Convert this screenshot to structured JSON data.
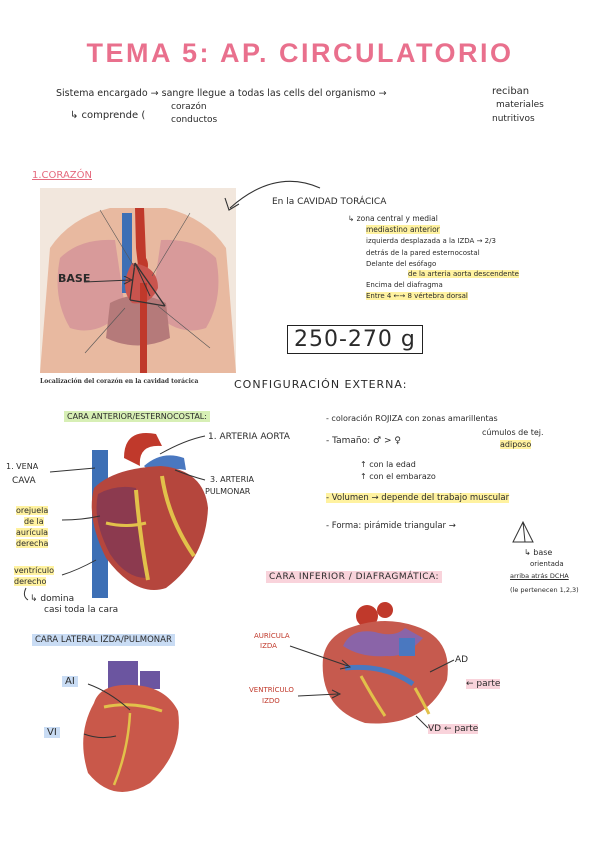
{
  "title": "TEMA 5: AP. CIRCULATORIO",
  "intro": {
    "line1": "Sistema encargado → sangre llegue a todas las cells del organismo →",
    "result1": "reciban",
    "result2": "materiales",
    "result3": "nutritivos",
    "comprende_label": "↳ comprende (",
    "comprende_item1": "corazón",
    "comprende_item2": "conductos"
  },
  "section1": {
    "heading": "1.CORAZÓN",
    "photo_caption": "Localización del corazón en la cavidad torácica",
    "base_label": "BASE",
    "cavity_title": "En la CAVIDAD TORÁCICA",
    "cavity_lines": [
      "↳ zona central y medial",
      "mediastino anterior",
      "izquierda desplazada a la IZDA → 2/3",
      "detrás de la pared esternocostal",
      "Delante del esófago",
      "de la arteria aorta descendente",
      "Encima del diafragma",
      "Entre 4 ←→ 8 vértebra dorsal"
    ],
    "weight": "250-270 g"
  },
  "external_config": {
    "heading": "CONFIGURACIÓN EXTERNA:",
    "anterior_heading": "CARA ANTERIOR/ESTERNOCOSTAL:",
    "labels": {
      "aorta": "1. ARTERIA AORTA",
      "vena_cava_1": "1. VENA",
      "vena_cava_2": "CAVA",
      "pulmonar_1": "3. ARTERIA",
      "pulmonar_2": "PULMONAR",
      "orejuela_1": "orejuela",
      "orejuela_2": "de la",
      "orejuela_3": "aurícula",
      "orejuela_4": "derecha",
      "ventriculo_1": "ventrículo",
      "ventriculo_2": "derecho",
      "domina_1": "↳ domina",
      "domina_2": "casi toda la cara"
    },
    "properties": {
      "coloracion": "- coloración ROJIZA con zonas amarillentas",
      "cumulos_1": "cúmulos de tej.",
      "cumulos_2": "adiposo",
      "tamano": "- Tamaño: ♂ > ♀",
      "edad": "↑ con la edad",
      "embarazo": "↑ con el embarazo",
      "volumen": "- Volumen → depende del trabajo muscular",
      "forma": "- Forma: pirámide triangular →",
      "base_1": "↳ base",
      "base_2": "orientada",
      "base_3": "arriba atrás DCHA",
      "base_4": "(le pertenecen 1,2,3)"
    }
  },
  "inferior": {
    "heading": "CARA INFERIOR / DIAFRAGMÁTICA:",
    "auricula_1": "AURÍCULA",
    "auricula_2": "IZDA",
    "ventriculo_1": "VENTRÍCULO",
    "ventriculo_2": "IZDO",
    "ad": "AD",
    "parte1": "← parte",
    "vd": "VD ← parte"
  },
  "lateral": {
    "heading": "CARA LATERAL IZDA/PULMONAR",
    "ai": "AI",
    "vi": "VI"
  },
  "colors": {
    "title_pink": "#e9708d",
    "highlight_yellow": "#fff2a0",
    "highlight_blue": "#c9dcf4",
    "highlight_pink": "#f9d3db",
    "highlight_green": "#d7efb5"
  }
}
